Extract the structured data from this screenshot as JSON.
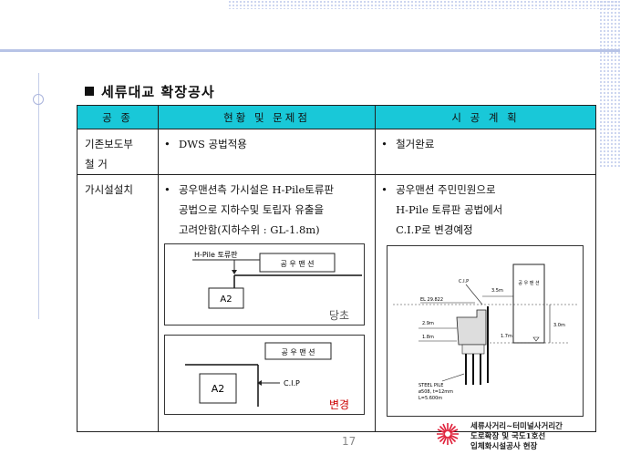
{
  "title": "세류대교 확장공사",
  "table": {
    "headers": [
      "공    종",
      "현황 및 문제점",
      "시 공 계 획"
    ],
    "rows": [
      {
        "category_line1": "기존보도부",
        "category_line2": "철    거",
        "status": [
          "DWS 공법적용"
        ],
        "plan": [
          "철거완료"
        ]
      },
      {
        "category_line1": "가시설설치",
        "status": [
          "공우맨션측 가시설은 H-Pile토류판",
          "공법으로 지하수및 토립자 유출을",
          "고려안함(지하수위 : GL-1.8m)"
        ],
        "plan": [
          "공우맨션 주민민원으로",
          "H-Pile 토류판 공법에서",
          "C.I.P로 변경예정"
        ]
      }
    ]
  },
  "diagram_current": {
    "pile_label": "H-Pile 토류판",
    "building_label": "공 우 맨 션",
    "abutment_label": "A2",
    "caption": "당초"
  },
  "diagram_changed": {
    "building_label": "공 우 맨 션",
    "abutment_label": "A2",
    "cip_label": "C.I.P",
    "caption": "변경"
  },
  "section_drawing": {
    "cip_label": "C.I.P",
    "building_label": "공 우 맨 션",
    "el_label": "EL 29.822",
    "dim_35": "3.5m",
    "dim_29": "2.9m",
    "dim_18": "1.8m",
    "dim_17": "1.7m",
    "dim_30": "3.0m",
    "pile_label1": "STEEL PILE",
    "pile_label2": "ø508, t=12mm",
    "pile_label3": "L=5.600m"
  },
  "footer": {
    "page_number": "17",
    "line1": "세류사거리~터미널사거리간",
    "line2": "도로확장 및 국도1호선",
    "line3": "입체화시설공사 현장"
  }
}
